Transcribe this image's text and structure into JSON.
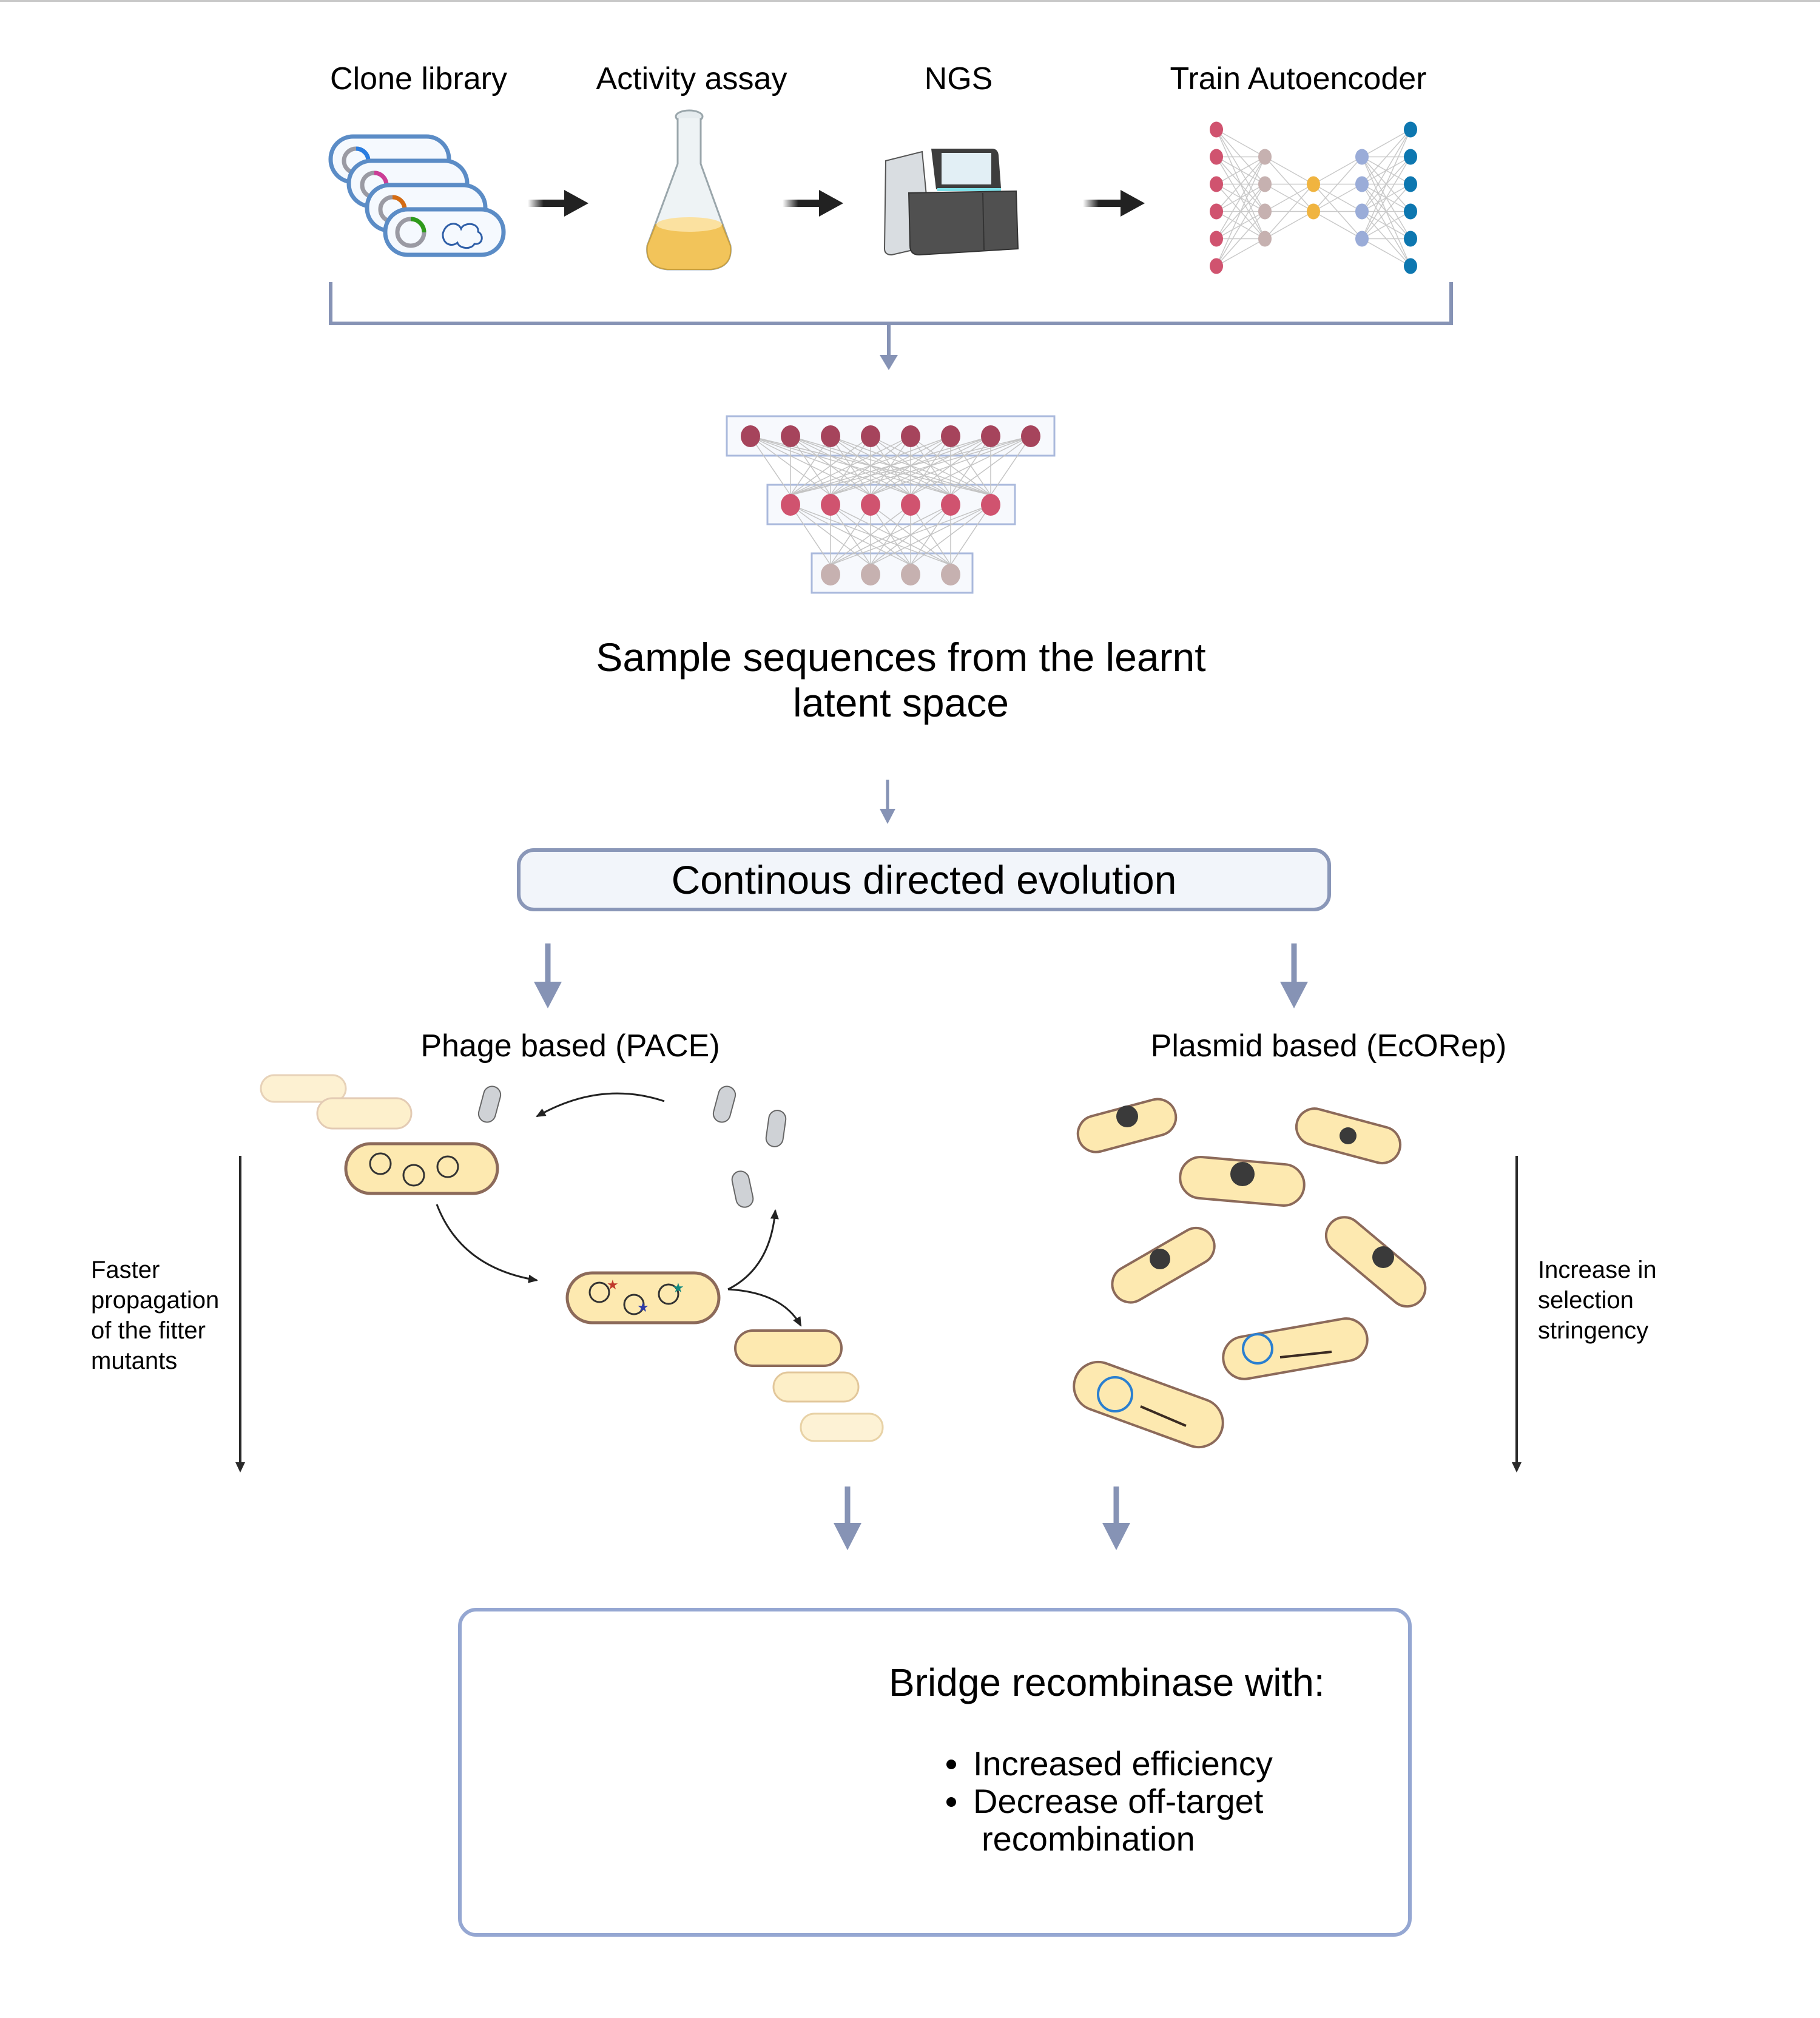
{
  "pipeline": {
    "stages": [
      {
        "label": "Clone library",
        "icon": "bacteria-plasmid-library-icon"
      },
      {
        "label": "Activity assay",
        "icon": "erlenmeyer-flask-icon"
      },
      {
        "label": "NGS",
        "icon": "sequencer-machine-icon"
      },
      {
        "label": "Train Autoencoder",
        "icon": "autoencoder-network-icon"
      }
    ],
    "autoencoder_layers": [
      6,
      4,
      2,
      4,
      6
    ],
    "autoencoder_colors": [
      "#d0536f",
      "#c6b1b0",
      "#f0b440",
      "#9aacd8",
      "#0d77b0"
    ]
  },
  "latent_network": {
    "layers": [
      8,
      6,
      4
    ],
    "colors": [
      "#a6445c",
      "#d0536f",
      "#c6b1b0"
    ]
  },
  "sample_text": {
    "line1": "Sample sequences from the learnt",
    "line2": "latent space"
  },
  "continuous_evolution": {
    "label": "Continous directed evolution"
  },
  "branches": {
    "phage": {
      "title": "Phage based (PACE)",
      "side_note": [
        "Faster",
        "propagation",
        "of the fitter",
        "mutants"
      ]
    },
    "plasmid": {
      "title": "Plasmid based (EcORep)",
      "side_note": [
        "Increase in",
        "selection",
        "stringency"
      ]
    }
  },
  "result": {
    "title": "Bridge recombinase with:",
    "bullets": [
      "Increased efficiency",
      "Decrease off-target",
      "recombination"
    ]
  },
  "colors": {
    "flow_arrow": "#8693b5",
    "box_border": "#95a7d2",
    "cell_fill": "#fde9b0",
    "cell_border": "#8c6a5a",
    "dark": "#222222"
  }
}
